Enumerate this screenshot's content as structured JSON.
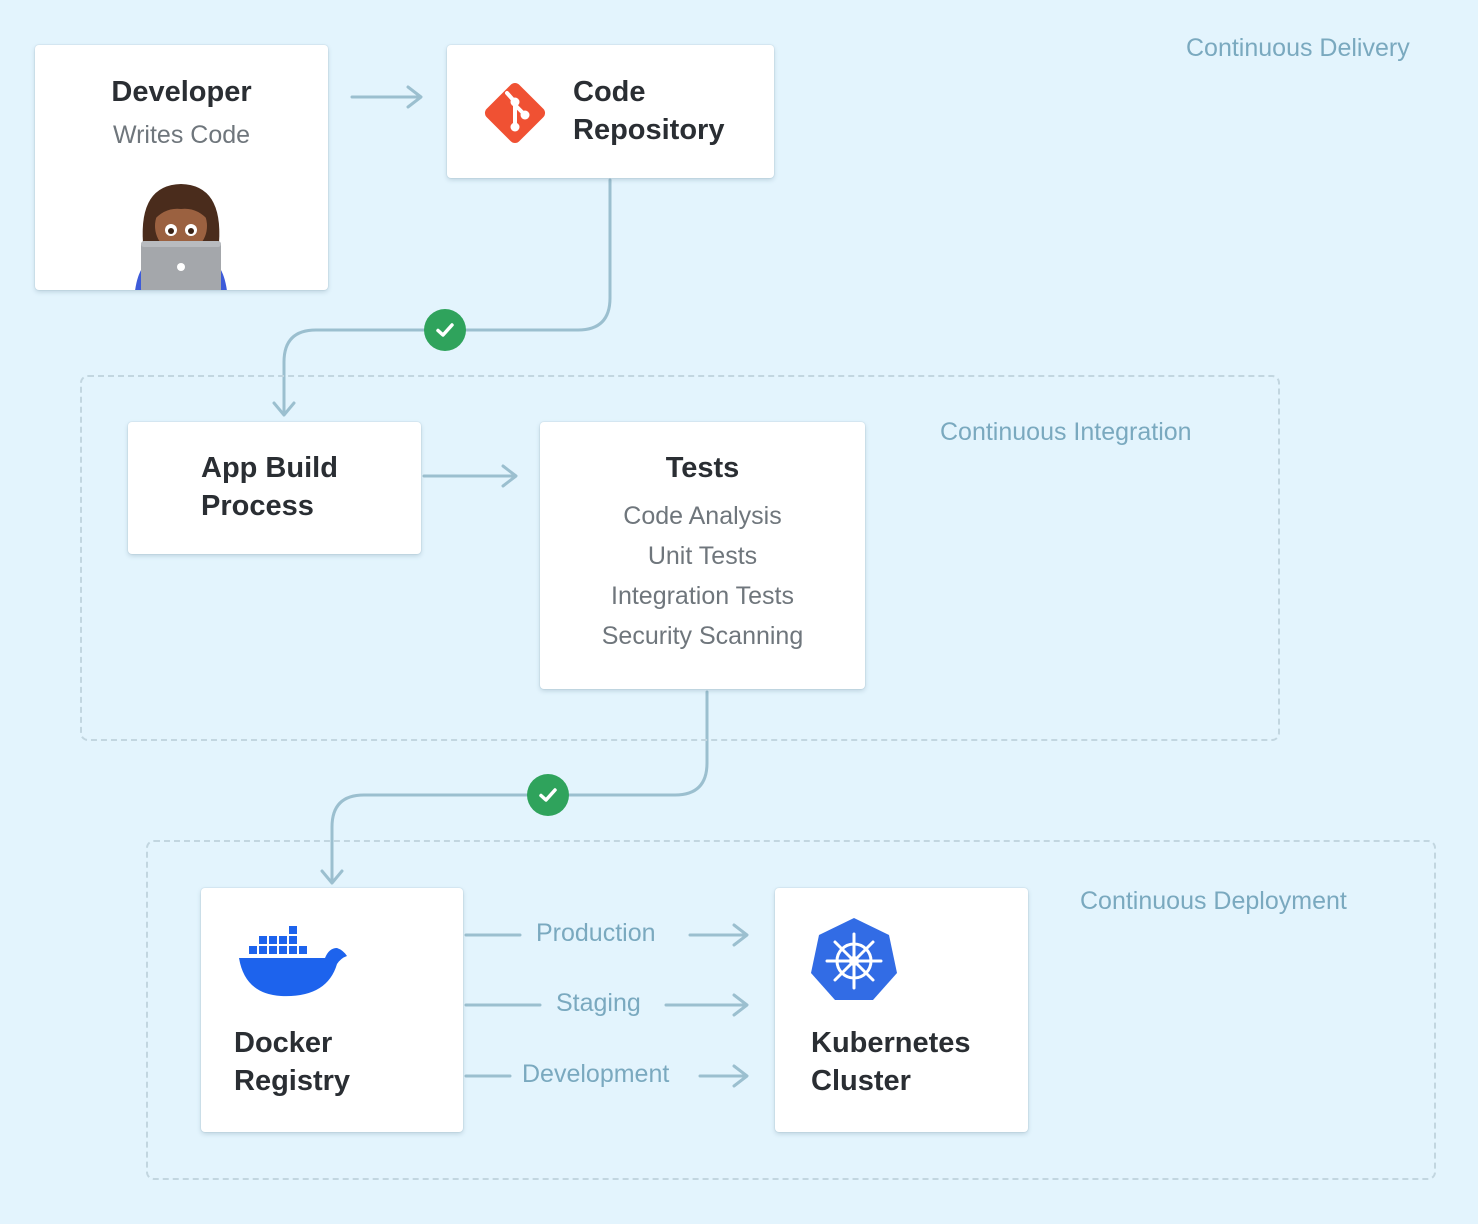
{
  "stages": {
    "delivery": "Continuous Delivery",
    "integration": "Continuous Integration",
    "deployment": "Continuous Deployment"
  },
  "developer": {
    "title": "Developer",
    "subtitle": "Writes Code",
    "icon": "developer-laptop-icon"
  },
  "repository": {
    "title_line1": "Code",
    "title_line2": "Repository",
    "icon": "git-icon"
  },
  "build": {
    "title_line1": "App Build",
    "title_line2": "Process"
  },
  "tests": {
    "title": "Tests",
    "items": [
      "Code Analysis",
      "Unit Tests",
      "Integration Tests",
      "Security Scanning"
    ]
  },
  "docker": {
    "title_line1": "Docker",
    "title_line2": "Registry",
    "icon": "docker-whale-icon"
  },
  "kubernetes": {
    "title_line1": "Kubernetes",
    "title_line2": "Cluster",
    "icon": "kubernetes-helm-icon"
  },
  "environments": [
    "Production",
    "Staging",
    "Development"
  ],
  "colors": {
    "background": "#e3f4fd",
    "connector": "#9bbfcf",
    "stage_label": "#7aa9bf",
    "check": "#2fa35c",
    "git": "#f05133",
    "docker": "#1d63ed",
    "kubernetes": "#326ce5"
  }
}
